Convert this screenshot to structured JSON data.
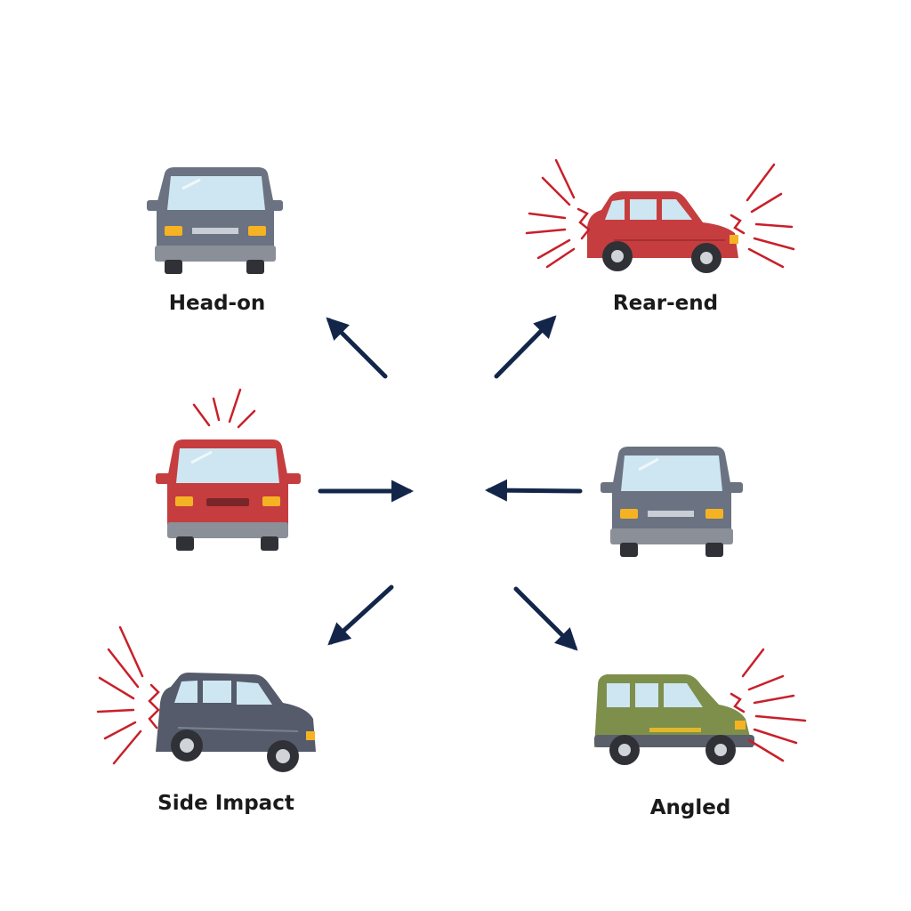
{
  "labels": {
    "head_on": "Head-on",
    "rear_end": "Rear-end",
    "side_impact": "Side Impact",
    "angled": "Angled"
  },
  "colors": {
    "arrow": "#13264a",
    "impact_lines": "#c8202a",
    "car_gray": "#6b7281",
    "car_red": "#c63d3f",
    "car_dark": "#555b6a",
    "car_green": "#7d8f4a",
    "windshield": "#cde6f1",
    "bumper": "#8a8f98",
    "headlight": "#f5b324"
  }
}
